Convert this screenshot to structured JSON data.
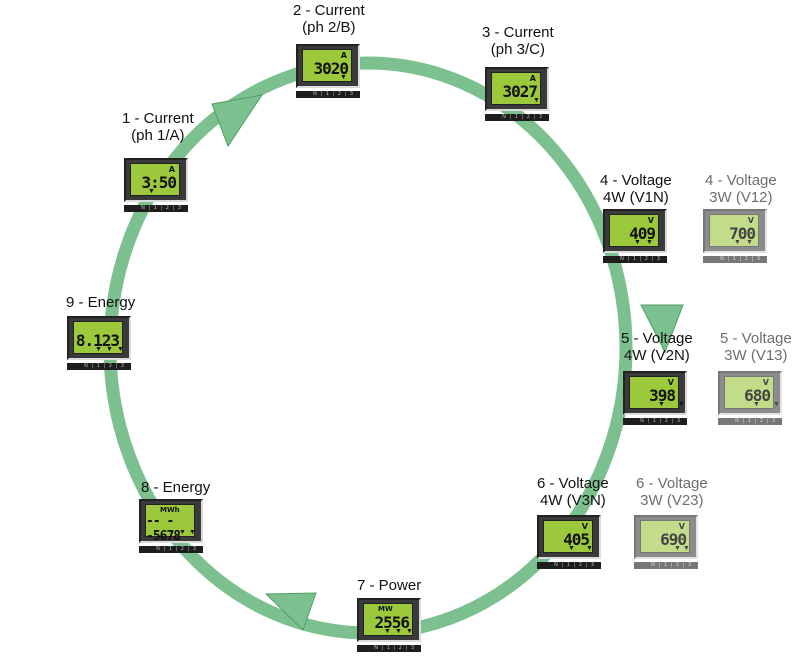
{
  "colors": {
    "ring": "#7cc08f",
    "ring_arrow_fill": "#7cc08f",
    "ring_arrow_stroke": "#4f9e66",
    "lcd_active": "#9cc93b",
    "lcd_inactive": "#c3dc8a",
    "label_active": "#111111",
    "label_inactive": "#6e6e6e"
  },
  "phase_strip": "N | 1 | 2 | 3",
  "steps": [
    {
      "id": "1",
      "label_line1": "1 - Current",
      "label_line2": "(ph 1/A)",
      "unit": "A",
      "value": "3:50",
      "markers": 1
    },
    {
      "id": "2",
      "label_line1": "2 - Current",
      "label_line2": "(ph 2/B)",
      "unit": "A",
      "value": "3020",
      "markers": 1
    },
    {
      "id": "3",
      "label_line1": "3 - Current",
      "label_line2": "(ph 3/C)",
      "unit": "A",
      "value": "3027",
      "markers": 1
    },
    {
      "id": "4",
      "label_line1": "4 - Voltage",
      "label_line2": "4W (V1N)",
      "unit": "V",
      "value": "409",
      "markers": 2
    },
    {
      "id": "4-alt",
      "label_line1": "4 - Voltage",
      "label_line2": "3W (V12)",
      "unit": "V",
      "value": "700",
      "markers": 2
    },
    {
      "id": "5",
      "label_line1": "5 - Voltage",
      "label_line2": "4W (V2N)",
      "unit": "V",
      "value": "398",
      "markers": 2
    },
    {
      "id": "5-alt",
      "label_line1": "5 - Voltage",
      "label_line2": "3W (V13)",
      "unit": "V",
      "value": "680",
      "markers": 2
    },
    {
      "id": "6",
      "label_line1": "6 - Voltage",
      "label_line2": "4W (V3N)",
      "unit": "V",
      "value": "405",
      "markers": 2
    },
    {
      "id": "6-alt",
      "label_line1": "6 - Voltage",
      "label_line2": "3W (V23)",
      "unit": "V",
      "value": "690",
      "markers": 2
    },
    {
      "id": "7",
      "label_line1": "7 - Power",
      "label_line2": "",
      "unit": "MW",
      "value": "2556",
      "markers": 3
    },
    {
      "id": "8",
      "label_line1": "8 - Energy",
      "label_line2": "",
      "unit": "MWh",
      "value": "-- --5678",
      "markers": 3
    },
    {
      "id": "9",
      "label_line1": "9 - Energy",
      "label_line2": "",
      "unit": "",
      "value": "8.123",
      "markers": 3
    }
  ]
}
